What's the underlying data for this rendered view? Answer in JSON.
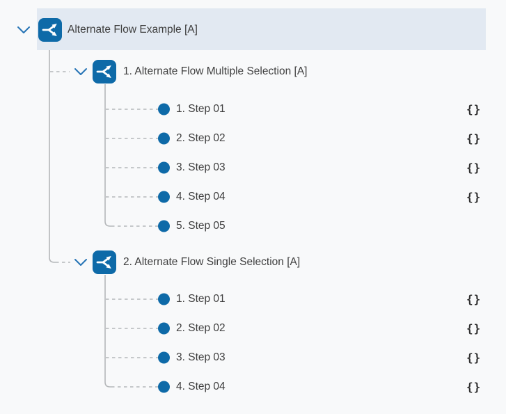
{
  "app": {
    "name": "use-case-flow-tree"
  },
  "colors": {
    "page_bg": "#f8f9fa",
    "selected_row_bg": "#e2e9f2",
    "node_icon_blue": "#0e6aa8",
    "chevron_blue": "#2573b5",
    "connector_gray": "#b4b7b9",
    "text": "#3e3e3e",
    "step_bullet_blue": "#0e6aa8",
    "params_icon_color": "#2e2e2e"
  },
  "tree": {
    "root": {
      "label": "Alternate Flow Example [A]",
      "icon": "branch-split-icon",
      "expanded": true,
      "selected": true
    },
    "flows": [
      {
        "label": "1. Alternate Flow Multiple Selection [A]",
        "icon": "branch-split-icon",
        "expanded": true,
        "steps": [
          {
            "label": "1. Step 01",
            "params_icon": "{}"
          },
          {
            "label": "2. Step 02",
            "params_icon": "{}"
          },
          {
            "label": "3. Step 03",
            "params_icon": "{}"
          },
          {
            "label": "4. Step 04",
            "params_icon": "{}"
          },
          {
            "label": "5. Step 05"
          }
        ]
      },
      {
        "label": "2. Alternate Flow Single Selection [A]",
        "icon": "branch-split-icon",
        "expanded": true,
        "steps": [
          {
            "label": "1. Step 01",
            "params_icon": "{}"
          },
          {
            "label": "2. Step 02",
            "params_icon": "{}"
          },
          {
            "label": "3. Step 03",
            "params_icon": "{}"
          },
          {
            "label": "4. Step 04",
            "params_icon": "{}"
          }
        ]
      }
    ]
  }
}
